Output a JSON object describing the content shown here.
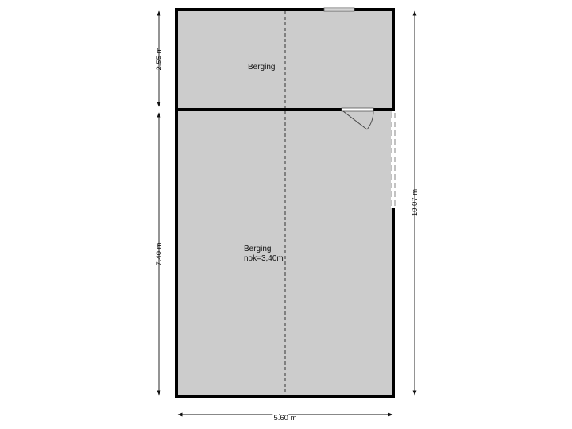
{
  "rooms": {
    "upper": {
      "name": "Berging"
    },
    "lower": {
      "name": "Berging",
      "note": "nok=3,40m"
    }
  },
  "dimensions": {
    "upper_height": "2.55 m",
    "lower_height": "7.40 m",
    "total_height": "10.07 m",
    "width": "5.60 m"
  },
  "colors": {
    "floor": "#cccccc",
    "wall": "#000000",
    "dimension_line": "#111111"
  }
}
